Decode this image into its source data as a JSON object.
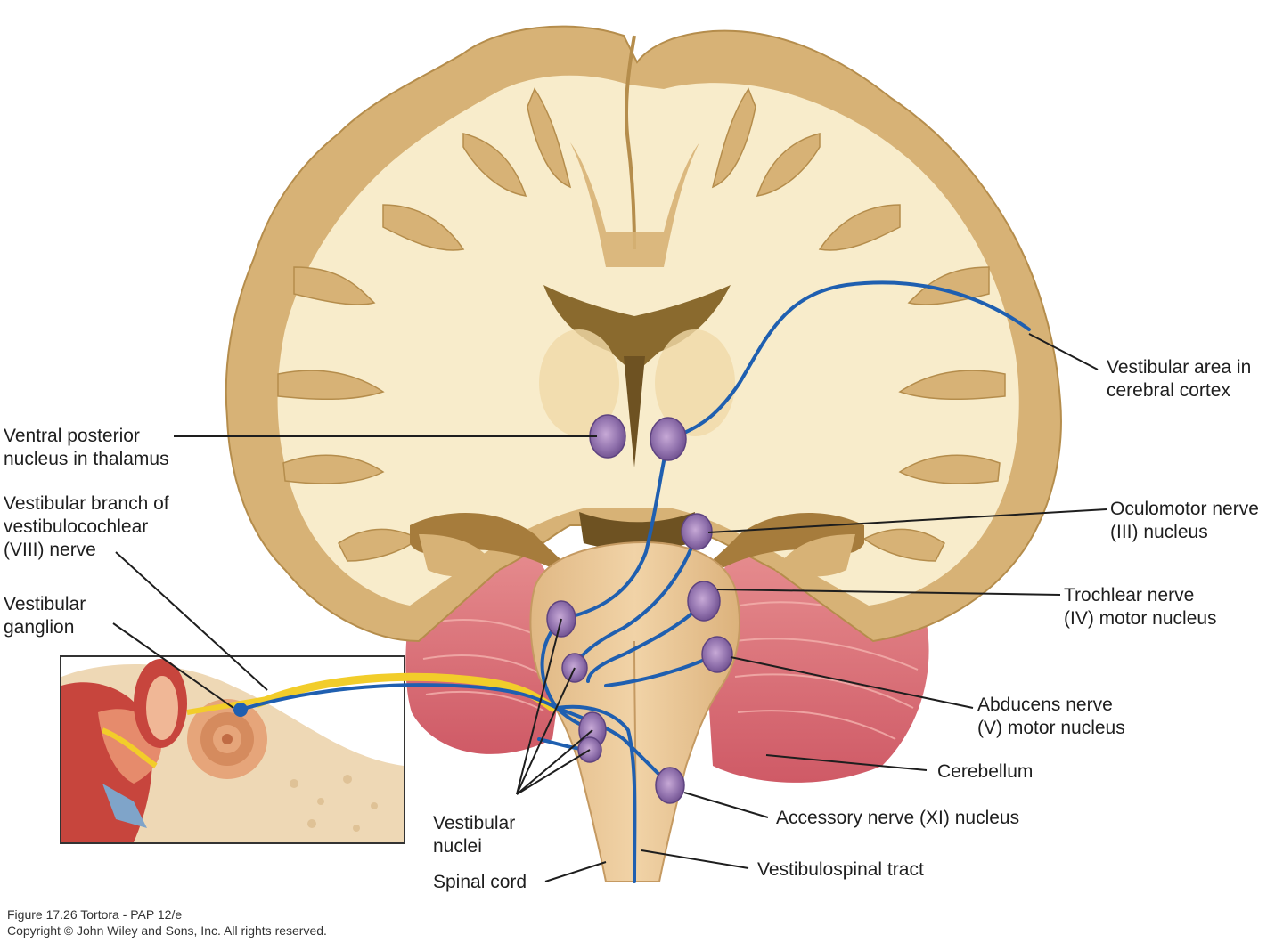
{
  "labels": {
    "vestibular_area": [
      "Vestibular area in",
      "cerebral cortex"
    ],
    "ventral_posterior": [
      "Ventral posterior",
      "nucleus in thalamus"
    ],
    "vestibular_branch": [
      "Vestibular branch of",
      "vestibulocochlear",
      "(VIII) nerve"
    ],
    "vestibular_ganglion": [
      "Vestibular",
      "ganglion"
    ],
    "oculomotor": [
      "Oculomotor nerve",
      "(III) nucleus"
    ],
    "trochlear": [
      "Trochlear nerve",
      "(IV) motor nucleus"
    ],
    "abducens": [
      "Abducens nerve",
      "(V) motor nucleus"
    ],
    "cerebellum": "Cerebellum",
    "accessory": "Accessory nerve (XI) nucleus",
    "vestibular_nuclei": [
      "Vestibular",
      "nuclei"
    ],
    "spinal_cord": "Spinal cord",
    "vestibulospinal": "Vestibulospinal tract"
  },
  "credit": {
    "line1": "Figure 17.26  Tortora - PAP 12/e",
    "line2": "Copyright © John Wiley and Sons, Inc. All rights reserved."
  },
  "colors": {
    "cortex_gray": "#d7b276",
    "white_matter": "#f8eccb",
    "ventricle": "#8a6a2e",
    "cerebellum": "#d9707a",
    "brainstem": "#e9c595",
    "pathway": "#1f5fb0",
    "nerve": "#f2cd2a",
    "nucleus": "#8e6aa8",
    "leader_line": "#1e1e1e"
  }
}
